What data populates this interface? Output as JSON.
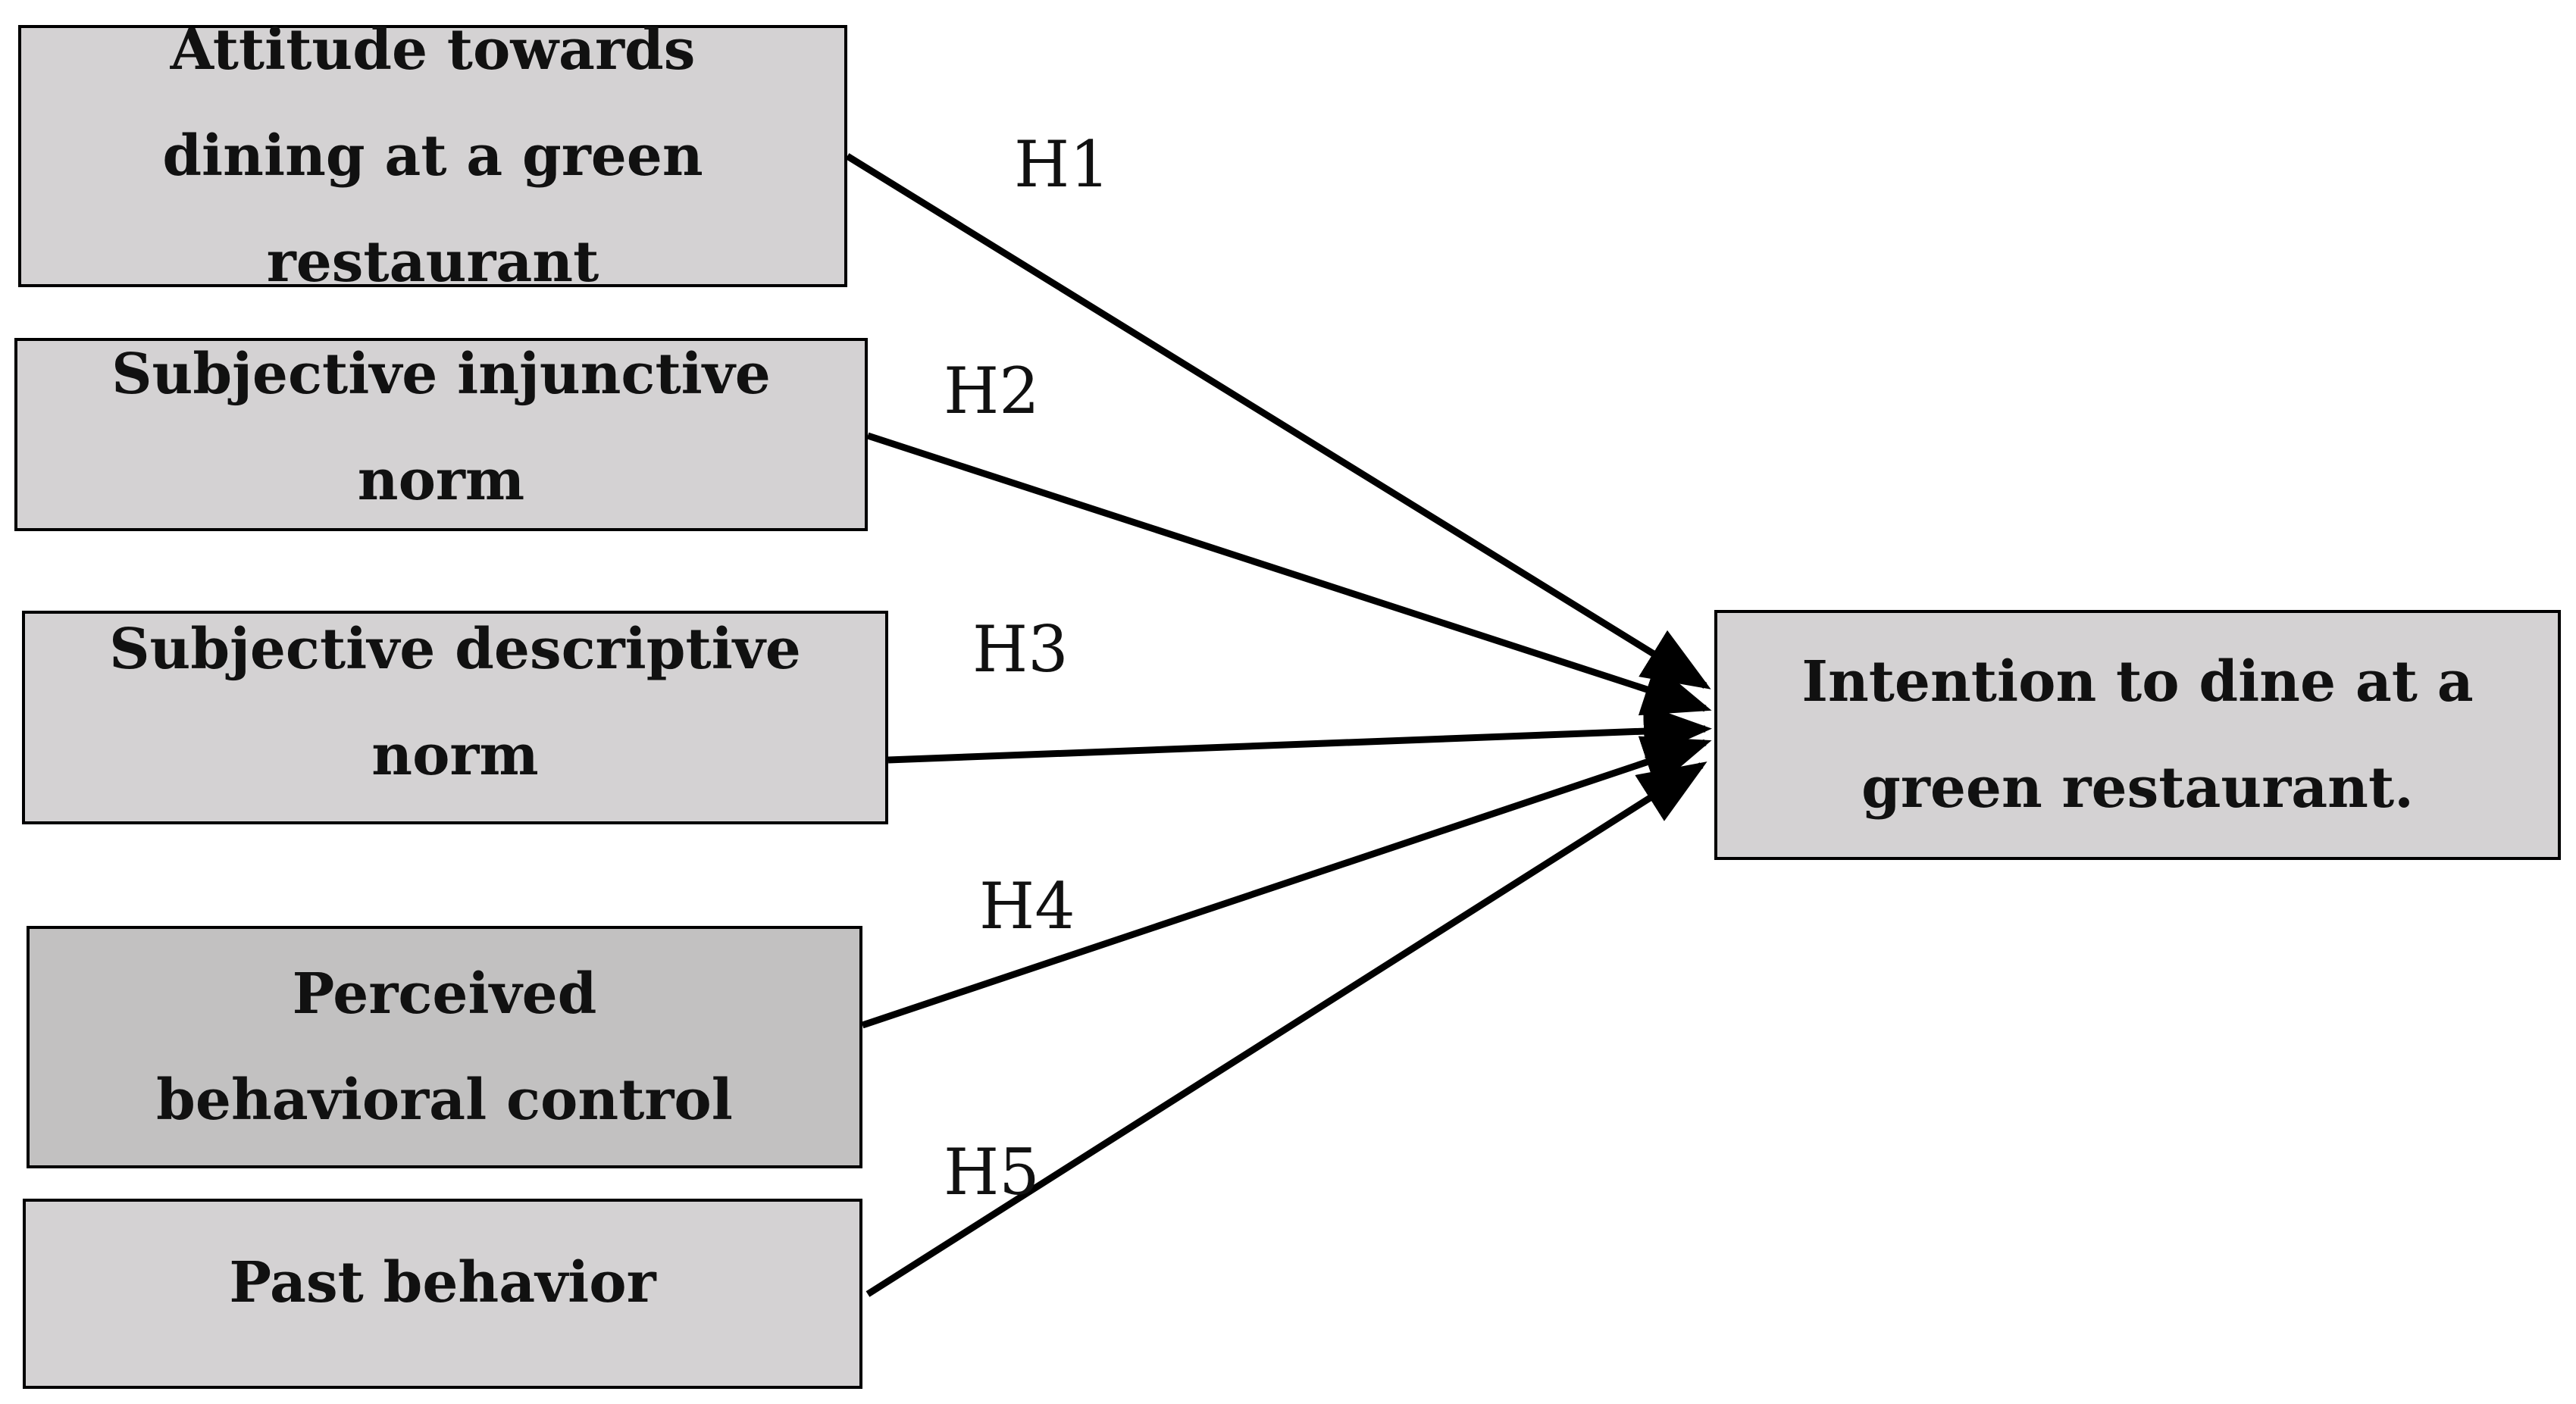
{
  "colors": {
    "box_fill": "#d4d2d3",
    "box_fill_dark": "#c2c1c1",
    "stroke": "#000000"
  },
  "nodes": {
    "attitude": {
      "label": "Attitude towards dining at a green restaurant"
    },
    "injunctive_norm": {
      "label": "Subjective injunctive norm"
    },
    "descriptive_norm": {
      "label": "Subjective descriptive norm"
    },
    "perceived_control": {
      "label": "Perceived behavioral control"
    },
    "past_behavior": {
      "label": "Past behavior"
    },
    "intention": {
      "label": "Intention to dine at a green restaurant."
    }
  },
  "edges": [
    {
      "from": "attitude",
      "to": "intention",
      "label": "H1"
    },
    {
      "from": "injunctive_norm",
      "to": "intention",
      "label": "H2"
    },
    {
      "from": "descriptive_norm",
      "to": "intention",
      "label": "H3"
    },
    {
      "from": "perceived_control",
      "to": "intention",
      "label": "H4"
    },
    {
      "from": "past_behavior",
      "to": "intention",
      "label": "H5"
    }
  ]
}
